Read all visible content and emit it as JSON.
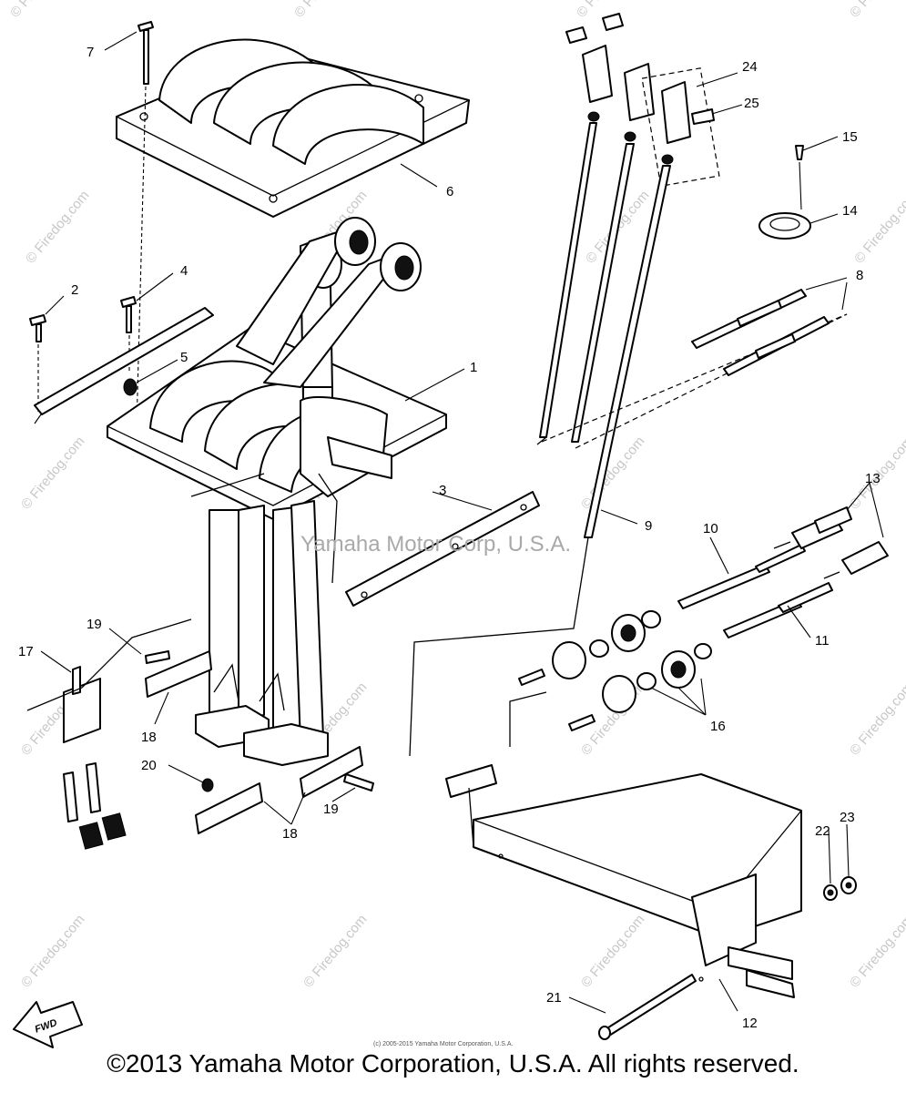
{
  "diagram": {
    "callouts": [
      "7",
      "6",
      "24",
      "25",
      "15",
      "14",
      "8",
      "2",
      "4",
      "5",
      "1",
      "3",
      "9",
      "10",
      "13",
      "11",
      "19",
      "17",
      "18",
      "20",
      "18",
      "19",
      "16",
      "22",
      "23",
      "21",
      "12"
    ],
    "fwd_label": "FWD",
    "fine_print": "(c) 2005-2015 Yamaha Motor Corporation, U.S.A.",
    "watermark_center": "Yamaha Motor Corp, U.S.A.",
    "watermark_tile": "© Firedog.com",
    "copyright": "©2013 Yamaha Motor Corporation, U.S.A. All rights reserved."
  }
}
